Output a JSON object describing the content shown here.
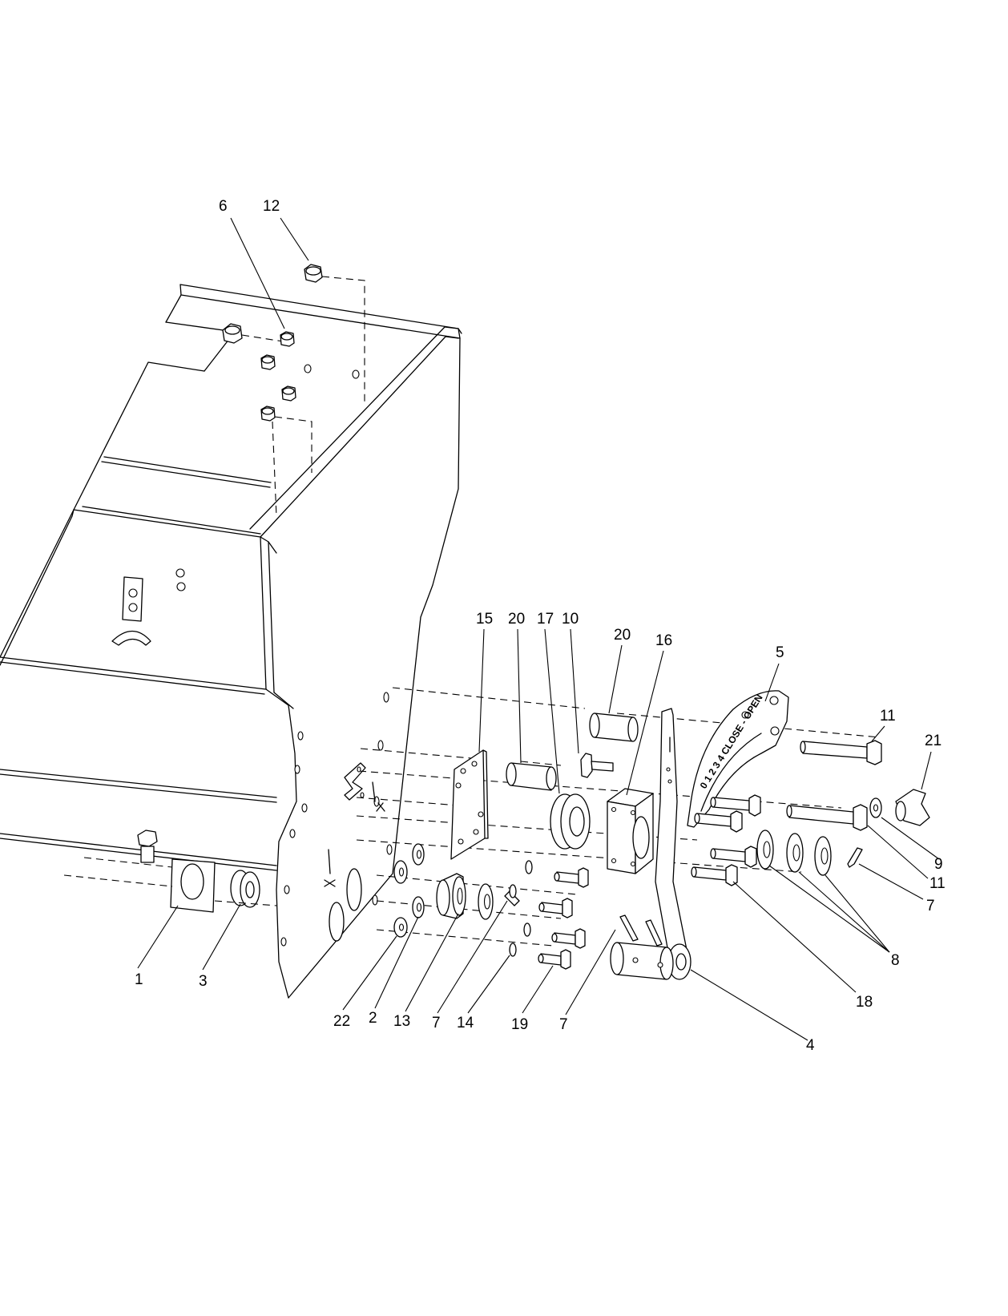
{
  "diagram": {
    "callouts": [
      {
        "id": "c6",
        "text": "6"
      },
      {
        "id": "c12",
        "text": "12"
      },
      {
        "id": "c15",
        "text": "15"
      },
      {
        "id": "c20a",
        "text": "20"
      },
      {
        "id": "c17",
        "text": "17"
      },
      {
        "id": "c10",
        "text": "10"
      },
      {
        "id": "c20b",
        "text": "20"
      },
      {
        "id": "c16",
        "text": "16"
      },
      {
        "id": "c5",
        "text": "5"
      },
      {
        "id": "c11a",
        "text": "11"
      },
      {
        "id": "c21",
        "text": "21"
      },
      {
        "id": "c9",
        "text": "9"
      },
      {
        "id": "c11b",
        "text": "11"
      },
      {
        "id": "c7a",
        "text": "7"
      },
      {
        "id": "c8",
        "text": "8"
      },
      {
        "id": "c18",
        "text": "18"
      },
      {
        "id": "c4",
        "text": "4"
      },
      {
        "id": "c1",
        "text": "1"
      },
      {
        "id": "c3",
        "text": "3"
      },
      {
        "id": "c22",
        "text": "22"
      },
      {
        "id": "c2",
        "text": "2"
      },
      {
        "id": "c13",
        "text": "13"
      },
      {
        "id": "c7b",
        "text": "7"
      },
      {
        "id": "c14",
        "text": "14"
      },
      {
        "id": "c19",
        "text": "19"
      },
      {
        "id": "c7c",
        "text": "7"
      }
    ],
    "plate_stamp": "0 1 2 3 4 CLOSE - OPEN"
  }
}
